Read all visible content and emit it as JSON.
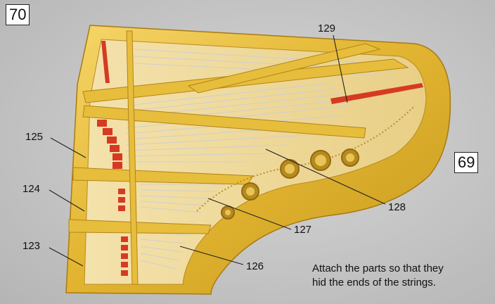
{
  "page_numbers": {
    "left": "70",
    "right": "69"
  },
  "part_labels": {
    "p123": "123",
    "p124": "124",
    "p125": "125",
    "p126": "126",
    "p127": "127",
    "p128": "128",
    "p129": "129"
  },
  "instruction": {
    "line1": "Attach the parts so that they",
    "line2": "hid the ends of the strings."
  },
  "colors": {
    "background": "#c9c9c9",
    "frame_gold": "#e0b530",
    "frame_highlight": "#f3d36a",
    "soundboard": "#f0dca0",
    "strings": "#d8d8d8",
    "felt_red": "#d63a22"
  }
}
